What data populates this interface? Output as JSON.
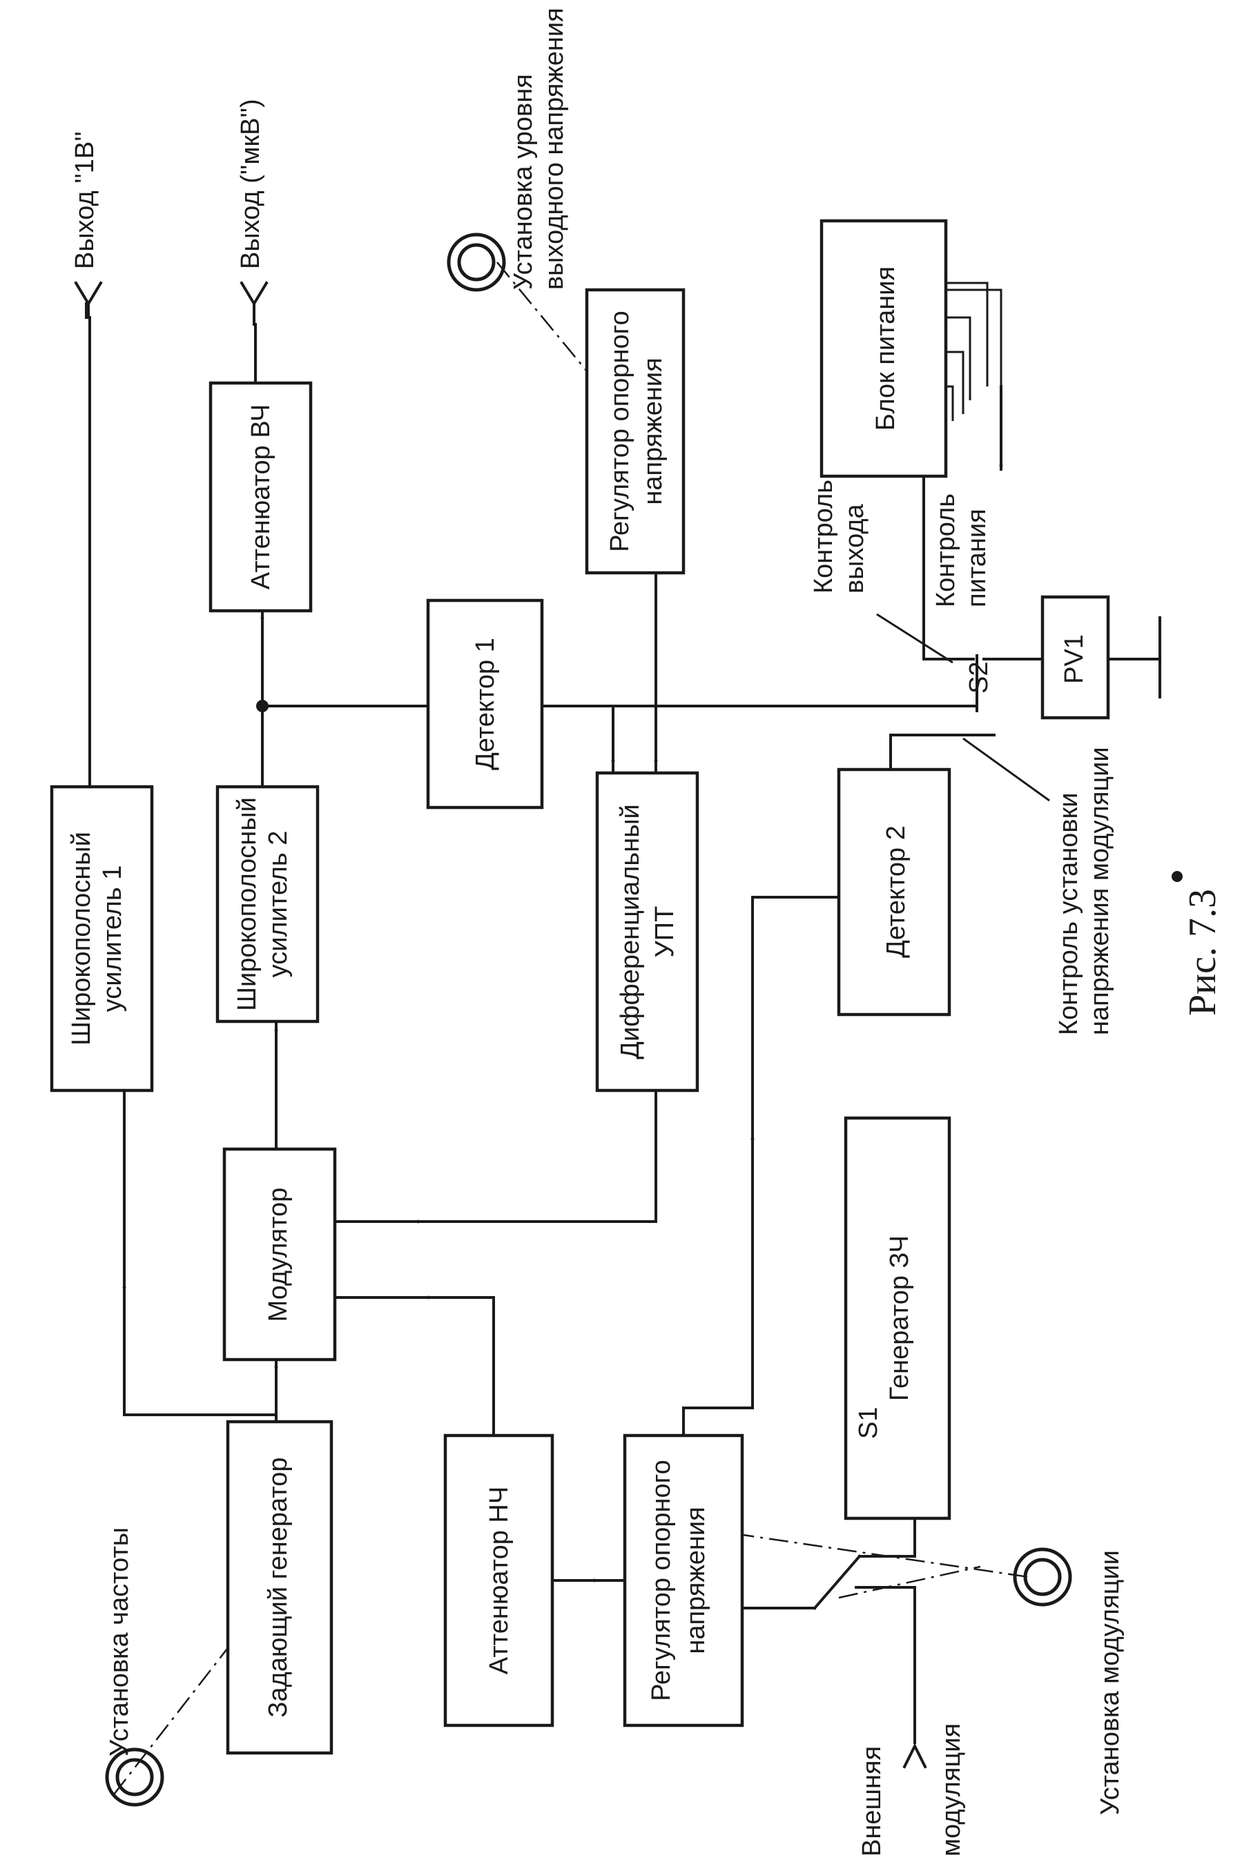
{
  "blocks": {
    "master_gen": "Задающий генератор",
    "modulator": "Модулятор",
    "wb_amp_1": [
      "Широкополосный",
      "усилитель 1"
    ],
    "wb_amp_2": [
      "Широкополосный",
      "усилитель 2"
    ],
    "atten_hf": "Аттенюатор ВЧ",
    "atten_lf": "Аттенюатор НЧ",
    "detector_1": "Детектор 1",
    "detector_2": "Детектор 2",
    "diff_dca": [
      "Дифференциальный",
      "УПТ"
    ],
    "ref_reg_top": [
      "Регулятор опорного",
      "напряжения"
    ],
    "ref_reg_bottom": [
      "Регулятор опорного",
      "напряжения"
    ],
    "af_gen": "Генератор ЗЧ",
    "power_unit": "Блок питания",
    "meter": "PV1"
  },
  "labels": {
    "out_1v": "Выход ''1В''",
    "out_uv": "Выход (''мкВ'')",
    "set_frequency": "Установка частоты",
    "set_out_level": [
      "Установка уровня",
      "выходного напряжения"
    ],
    "set_modulation": "Установка модуляции",
    "ext_modulation": [
      "Внешняя",
      "модуляция"
    ],
    "output_control": [
      "Контроль",
      "выхода"
    ],
    "power_control": [
      "Контроль",
      "питания"
    ],
    "mod_control": [
      "Контроль установки",
      "напряжения модуляции"
    ],
    "switch_s1": "S1",
    "switch_s2": "S2"
  },
  "caption": "Рис. 7.3"
}
